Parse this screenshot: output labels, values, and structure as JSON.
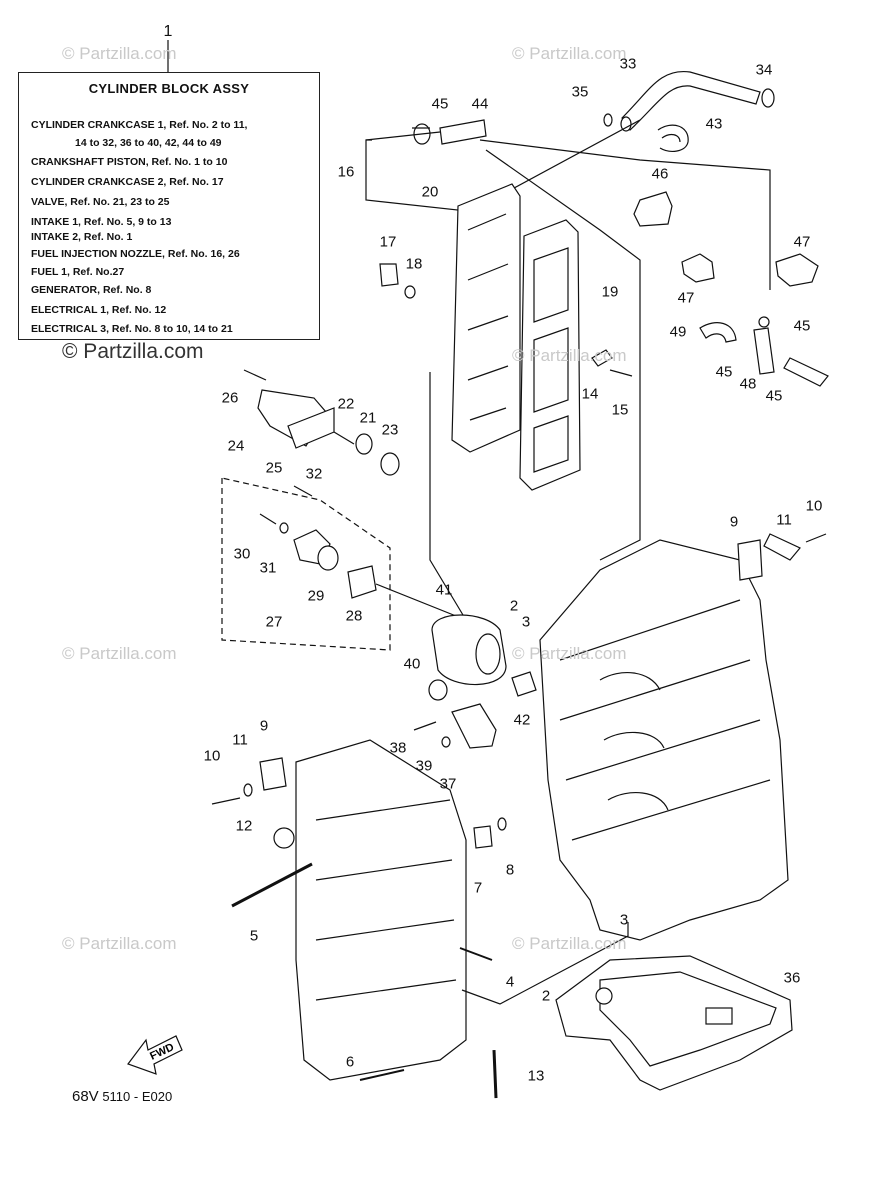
{
  "top_callout": "1",
  "legend": {
    "title": "CYLINDER BLOCK ASSY",
    "lines": [
      "CYLINDER CRANKCASE 1,      Ref. No. 2 to 11,",
      "14  to  32, 36  to  40, 42, 44  to  49",
      "CRANKSHAFT PISTON,  Ref. No. 1 to 10",
      "CYLINDER CRANKCASE 2,   Ref. No. 17",
      "VALVE,     Ref. No. 21, 23 to 25",
      "INTAKE 1,   Ref. No. 5, 9 to 13",
      "INTAKE 2,   Ref. No. 1",
      "FUEL INJECTION NOZZLE,   Ref. No. 16, 26",
      "FUEL 1,      Ref. No.27",
      "GENERATOR,   Ref. No. 8",
      "ELECTRICAL 1,   Ref. No. 12",
      "ELECTRICAL 3,    Ref. No. 8 to 10, 14 to 21"
    ]
  },
  "watermark": {
    "small": "© Partzilla.com",
    "large": "© Partzilla.com"
  },
  "fwd_label": "FWD",
  "ref_code": {
    "prefix": "68V",
    "rest": " 5110 - E020"
  },
  "callouts": [
    "33",
    "34",
    "35",
    "44",
    "45",
    "43",
    "16",
    "20",
    "46",
    "47",
    "47",
    "17",
    "18",
    "19",
    "49",
    "45",
    "45",
    "48",
    "45",
    "26",
    "14",
    "15",
    "22",
    "21",
    "23",
    "24",
    "25",
    "32",
    "9",
    "11",
    "10",
    "30",
    "31",
    "29",
    "28",
    "27",
    "41",
    "2",
    "3",
    "40",
    "42",
    "38",
    "39",
    "37",
    "9",
    "11",
    "10",
    "12",
    "7",
    "8",
    "5",
    "4",
    "2",
    "3",
    "36",
    "6",
    "13"
  ]
}
